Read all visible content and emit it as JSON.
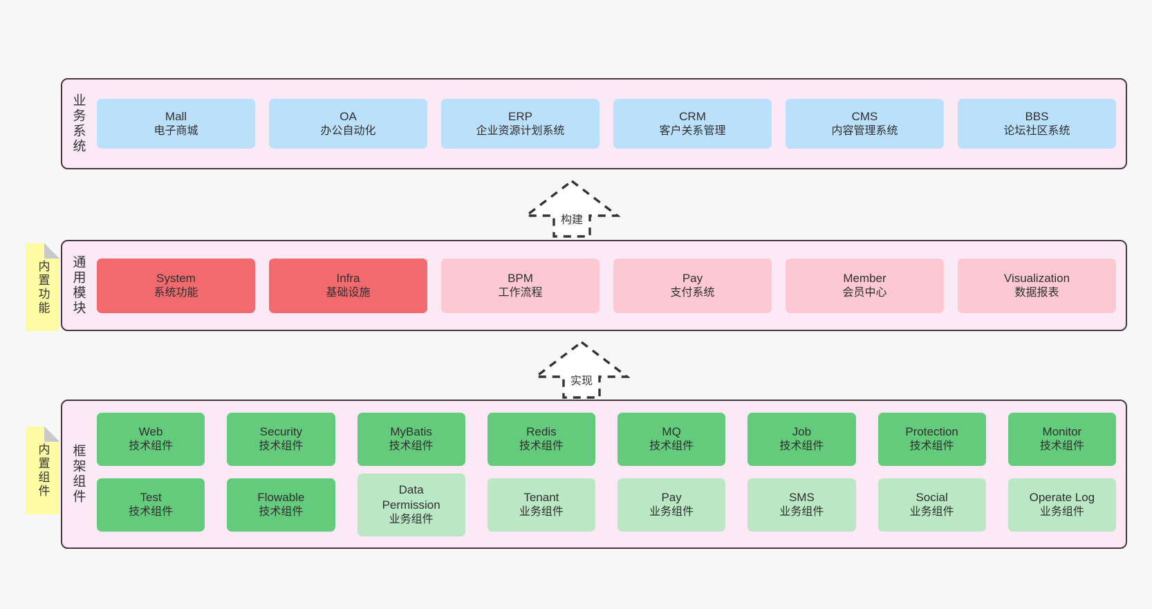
{
  "diagram": {
    "background": "#f7f7f7",
    "band_fill": "#fbe9f5",
    "band_stroke": "#45363f",
    "sticky_fill": "#fcfaa2",
    "palette": {
      "blue": "#bae0fb",
      "red": "#f2696e",
      "pink": "#fcc9d2",
      "green": "#63cb7b",
      "light_green": "#bbe8c4"
    }
  },
  "layers": [
    {
      "id": "business-systems",
      "caption": "业务系统",
      "rows": [
        {
          "nodes": [
            {
              "en": "Mall",
              "cn": "电子商城",
              "color": "blue"
            },
            {
              "en": "OA",
              "cn": "办公自动化",
              "color": "blue"
            },
            {
              "en": "ERP",
              "cn": "企业资源计划系统",
              "color": "blue"
            },
            {
              "en": "CRM",
              "cn": "客户关系管理",
              "color": "blue"
            },
            {
              "en": "CMS",
              "cn": "内容管理系统",
              "color": "blue"
            },
            {
              "en": "BBS",
              "cn": "论坛社区系统",
              "color": "blue"
            }
          ]
        }
      ]
    },
    {
      "id": "common-modules",
      "caption": "通用模块",
      "sticky": "内置功能",
      "rows": [
        {
          "nodes": [
            {
              "en": "System",
              "cn": "系统功能",
              "color": "red"
            },
            {
              "en": "Infra",
              "cn": "基础设施",
              "color": "red"
            },
            {
              "en": "BPM",
              "cn": "工作流程",
              "color": "pink"
            },
            {
              "en": "Pay",
              "cn": "支付系统",
              "color": "pink"
            },
            {
              "en": "Member",
              "cn": "会员中心",
              "color": "pink"
            },
            {
              "en": "Visualization",
              "cn": "数据报表",
              "color": "pink"
            }
          ]
        }
      ]
    },
    {
      "id": "framework-components",
      "caption": "框架组件",
      "sticky": "内置组件",
      "rows": [
        {
          "nodes": [
            {
              "en": "Web",
              "cn": "技术组件",
              "color": "green"
            },
            {
              "en": "Security",
              "cn": "技术组件",
              "color": "green"
            },
            {
              "en": "MyBatis",
              "cn": "技术组件",
              "color": "green"
            },
            {
              "en": "Redis",
              "cn": "技术组件",
              "color": "green"
            },
            {
              "en": "MQ",
              "cn": "技术组件",
              "color": "green"
            },
            {
              "en": "Job",
              "cn": "技术组件",
              "color": "green"
            },
            {
              "en": "Protection",
              "cn": "技术组件",
              "color": "green"
            },
            {
              "en": "Monitor",
              "cn": "技术组件",
              "color": "green"
            }
          ]
        },
        {
          "nodes": [
            {
              "en": "Test",
              "cn": "技术组件",
              "color": "green"
            },
            {
              "en": "Flowable",
              "cn": "技术组件",
              "color": "green"
            },
            {
              "en": "Data Permission",
              "cn": "业务组件",
              "color": "light_green"
            },
            {
              "en": "Tenant",
              "cn": "业务组件",
              "color": "light_green"
            },
            {
              "en": "Pay",
              "cn": "业务组件",
              "color": "light_green"
            },
            {
              "en": "SMS",
              "cn": "业务组件",
              "color": "light_green"
            },
            {
              "en": "Social",
              "cn": "业务组件",
              "color": "light_green"
            },
            {
              "en": "Operate Log",
              "cn": "业务组件",
              "color": "light_green"
            }
          ]
        }
      ]
    }
  ],
  "arrows": [
    {
      "id": "arrow-build",
      "label": "构建"
    },
    {
      "id": "arrow-implement",
      "label": "实现"
    }
  ]
}
